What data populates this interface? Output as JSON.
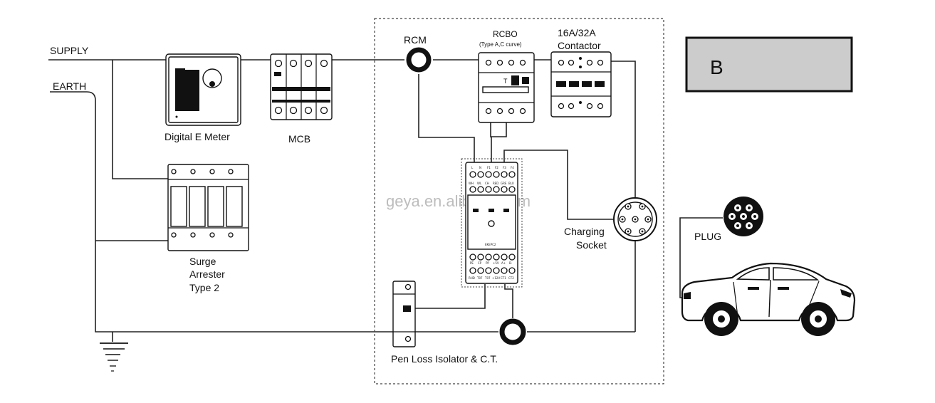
{
  "labels": {
    "supply": "SUPPLY",
    "earth": "EARTH",
    "digital_meter": "Digital E Meter",
    "mcb": "MCB",
    "surge_line1": "Surge",
    "surge_line2": "Arrester",
    "surge_line3": "Type 2",
    "rcm": "RCM",
    "rcbo": "RCBO",
    "rcbo_sub": "(Type A,C curve)",
    "contactor_line1": "16A/32A",
    "contactor_line2": "Contactor",
    "charging_line1": "Charging",
    "charging_line2": "Socket",
    "plug": "PLUG",
    "pen_loss": "Pen Loss Isolator & C.T.",
    "legend_box": "B",
    "watermark": "geya.en.alibaba.com",
    "controller_model": "EKEPC2",
    "rcbo_t": "T",
    "controller_top_row": [
      "L",
      "N",
      "F1",
      "F2",
      "F3",
      "F4"
    ],
    "controller_row2": [
      "WH",
      "WL",
      "CH",
      "RED",
      "GRE",
      "BLU"
    ],
    "controller_bottom_row": [
      "PE",
      "CP",
      "PP",
      "+5V",
      "A+",
      "B-"
    ],
    "controller_row4": [
      "RHD",
      "T07",
      "T07",
      "+12V",
      "CT1",
      "CT2"
    ]
  },
  "colors": {
    "line": "#222222",
    "legend_fill": "#cccccc",
    "watermark": "#bdbdbd"
  }
}
